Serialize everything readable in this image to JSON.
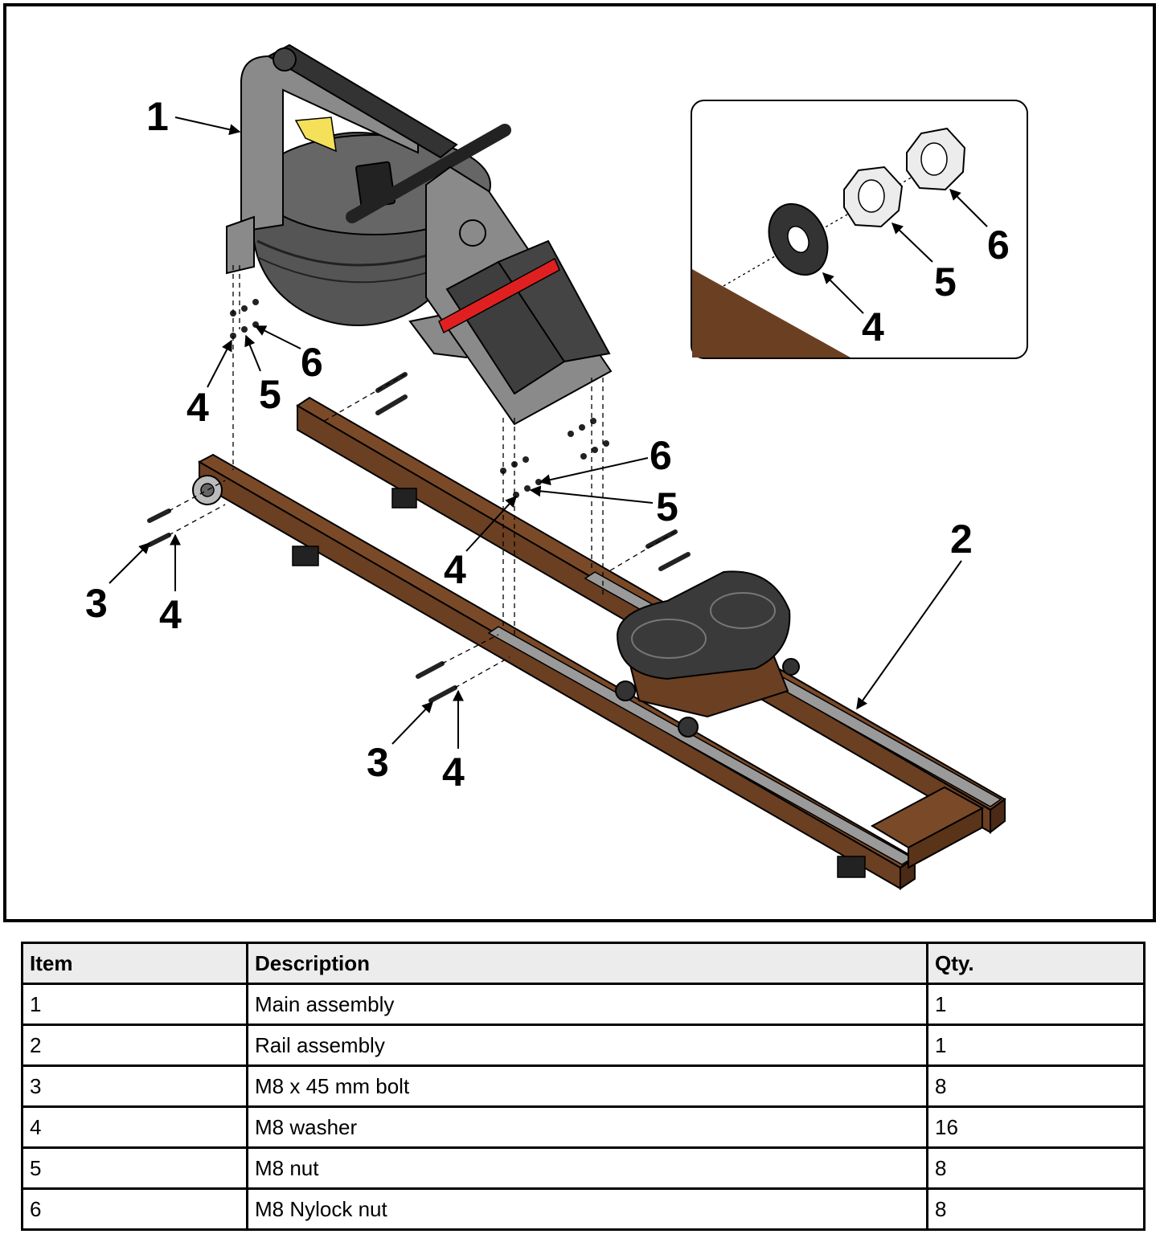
{
  "callouts": {
    "item1": "1",
    "item2": "2",
    "item3_left": "3",
    "item4_left": "4",
    "item4_upper": "4",
    "item5_upper": "5",
    "item6_upper": "6",
    "item6_mid": "6",
    "item5_mid": "5",
    "item4_mid": "4",
    "item3_lower": "3",
    "item4_lower": "4",
    "inset_4": "4",
    "inset_5": "5",
    "inset_6": "6"
  },
  "colors": {
    "wood": "#6b3f22",
    "wood_dark": "#4a2a16",
    "frame_gray": "#8a8a8a",
    "tank": "#555555",
    "footrest": "#444444",
    "strap_red": "#e02020",
    "seat": "#3a3a3a",
    "hardware_light": "#ececec"
  },
  "parts_table": {
    "headers": [
      "Item",
      "Description",
      "Qty."
    ],
    "rows": [
      {
        "item": "1",
        "description": "Main assembly",
        "qty": "1"
      },
      {
        "item": "2",
        "description": "Rail assembly",
        "qty": "1"
      },
      {
        "item": "3",
        "description": "M8 x 45 mm bolt",
        "qty": "8"
      },
      {
        "item": "4",
        "description": "M8 washer",
        "qty": "16"
      },
      {
        "item": "5",
        "description": "M8 nut",
        "qty": "8"
      },
      {
        "item": "6",
        "description": "M8 Nylock nut",
        "qty": "8"
      }
    ]
  }
}
